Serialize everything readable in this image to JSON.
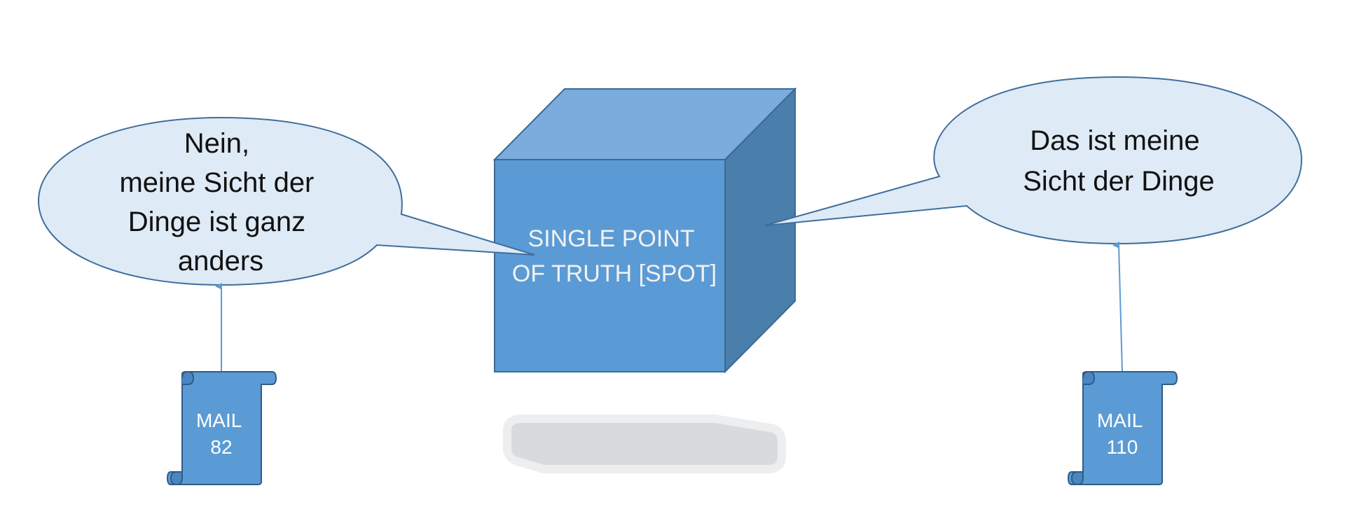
{
  "colors": {
    "bubble_fill": "#deeaf6",
    "bubble_stroke": "#3f6e9c",
    "cube_front": "#5b9bd5",
    "cube_top": "#7aaddd",
    "cube_side": "#4a7fab",
    "cube_stroke": "#3a6a95",
    "scroll_fill": "#5b9bd5",
    "scroll_stroke": "#2f5c86",
    "arrow": "#5b9bd5",
    "shadow": "#d9dadb"
  },
  "cube": {
    "label_lines": [
      "SINGLE POINT",
      "OF TRUTH [SPOT]"
    ]
  },
  "left_bubble": {
    "lines": [
      "Nein,",
      "meine Sicht der",
      "Dinge ist ganz",
      "anders"
    ]
  },
  "right_bubble": {
    "lines": [
      "Das ist meine",
      "Sicht der Dinge"
    ]
  },
  "left_scroll": {
    "lines": [
      "MAIL",
      "82"
    ]
  },
  "right_scroll": {
    "lines": [
      "MAIL",
      "110"
    ]
  }
}
